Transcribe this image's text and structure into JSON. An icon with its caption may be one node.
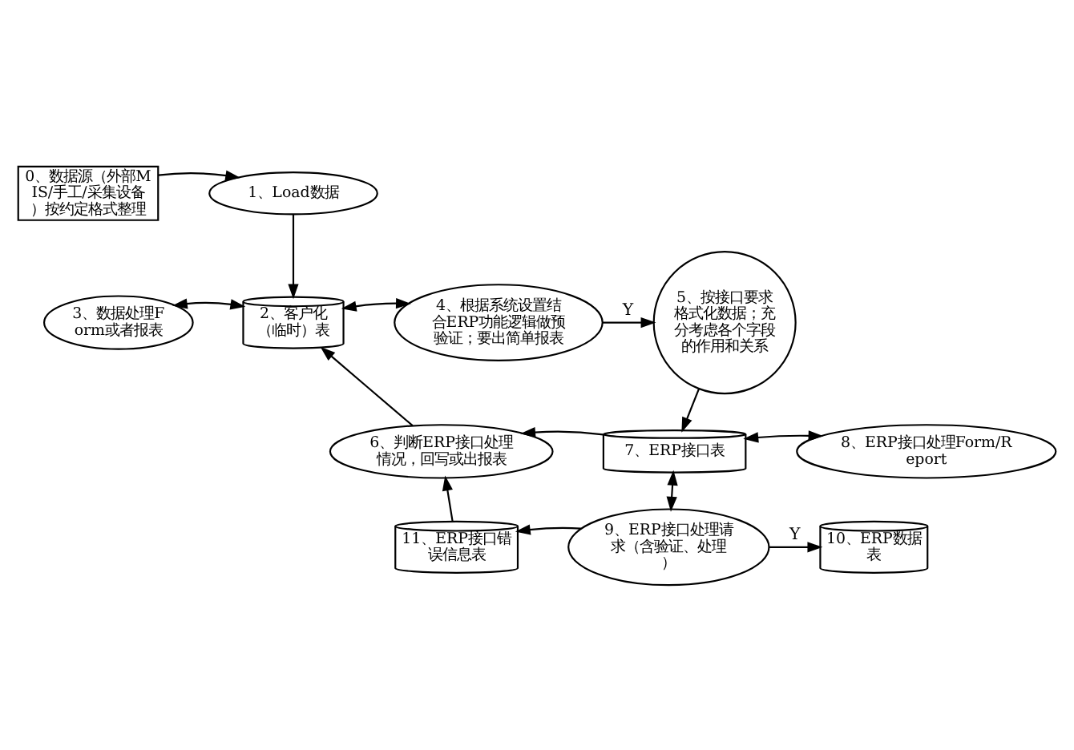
{
  "diagram": {
    "nodes": [
      {
        "text": [
          "0、数据源（外部MIS/手工/采集设备）按约定格式整理"
        ]
      },
      {
        "text": [
          "1、Load数据"
        ]
      },
      {
        "text": [
          "2、客户化（临时）表"
        ]
      },
      {
        "text": [
          "3、数据处理Form或者报表"
        ]
      },
      {
        "text": [
          "4、根据系统设置结合ERP功能逻辑做预验证；要出简单报表"
        ]
      },
      {
        "text": [
          "5、按接口要求格式化数据；充分考虑各个字段的作用和关系"
        ]
      },
      {
        "text": [
          "6、判断ERP接口处理情况，回写或出报表"
        ]
      },
      {
        "text": [
          "7、ERP接口表"
        ]
      },
      {
        "text": [
          "8、ERP接口处理Form/Report"
        ]
      },
      {
        "text": [
          "9、ERP接口处理请求（含验证、处理）"
        ]
      },
      {
        "text": [
          "10、ERP数据表"
        ]
      },
      {
        "text": [
          "11、ERP接口错误信息表"
        ]
      }
    ],
    "edges": [
      {
        "from": 0,
        "to": 1,
        "arrow": "to"
      },
      {
        "from": 1,
        "to": 2,
        "arrow": "to"
      },
      {
        "from": 3,
        "to": 2,
        "arrow": "both"
      },
      {
        "from": 2,
        "to": 4,
        "arrow": "both"
      },
      {
        "from": 4,
        "to": 5,
        "arrow": "to",
        "label": "Y"
      },
      {
        "from": 5,
        "to": 7,
        "arrow": "to"
      },
      {
        "from": 7,
        "to": 6,
        "arrow": "to"
      },
      {
        "from": 6,
        "to": 2,
        "arrow": "to"
      },
      {
        "from": 7,
        "to": 8,
        "arrow": "both"
      },
      {
        "from": 7,
        "to": 9,
        "arrow": "both"
      },
      {
        "from": 9,
        "to": 10,
        "arrow": "to",
        "label": "Y"
      },
      {
        "from": 9,
        "to": 11,
        "arrow": "to"
      },
      {
        "from": 11,
        "to": 6,
        "arrow": "to"
      }
    ]
  }
}
